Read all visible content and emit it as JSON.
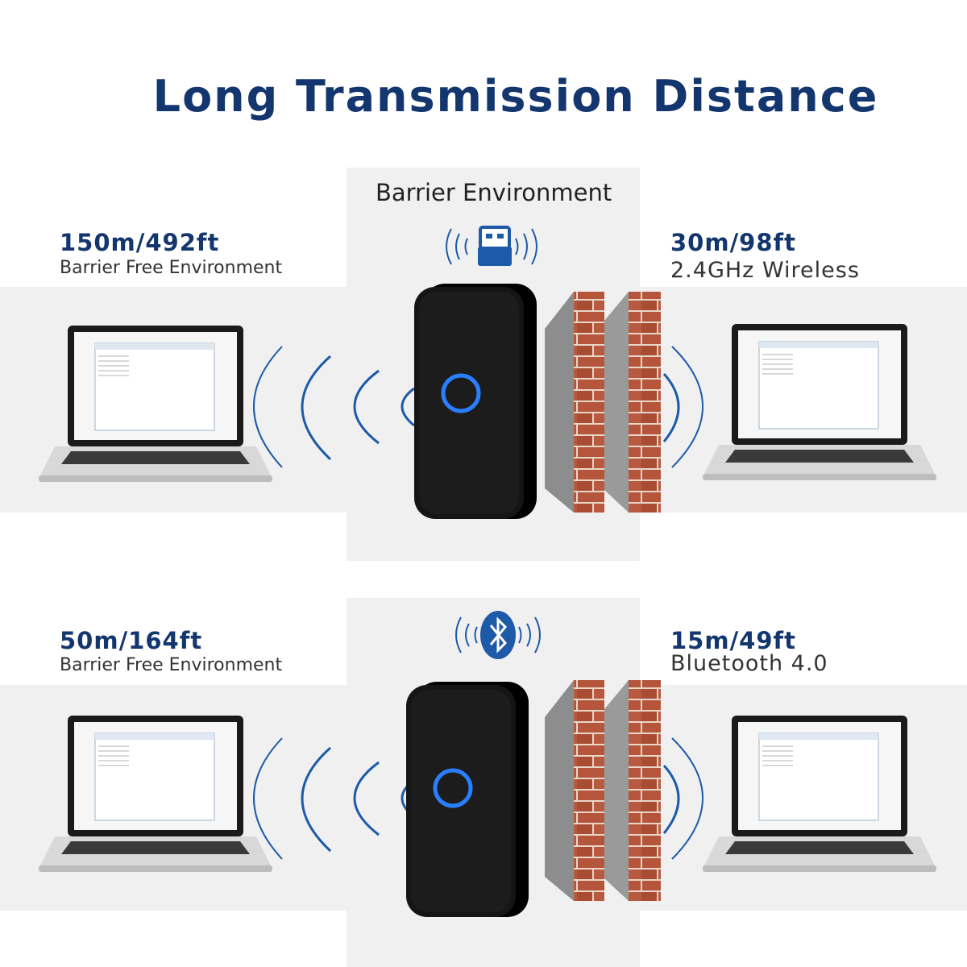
{
  "title": "Long Transmission Distance",
  "top_section": {
    "caption": "Barrier Environment",
    "left": {
      "distance": "150m/492ft",
      "environment": "Barrier Free Environment"
    },
    "right": {
      "distance": "30m/98ft",
      "environment": "2.4GHz Wireless"
    },
    "badge_icon": "usb-dongle-icon"
  },
  "bottom_section": {
    "left": {
      "distance": "50m/164ft",
      "environment": "Barrier Free Environment"
    },
    "right": {
      "distance": "15m/49ft",
      "environment": "Bluetooth  4.0"
    },
    "badge_icon": "bluetooth-icon"
  },
  "colors": {
    "title": "#14366e",
    "band": "#f0f0f0",
    "device": "#111111",
    "ring": "#2a7fff",
    "waves": "#1d5aa8",
    "brick": "#b5563c"
  }
}
